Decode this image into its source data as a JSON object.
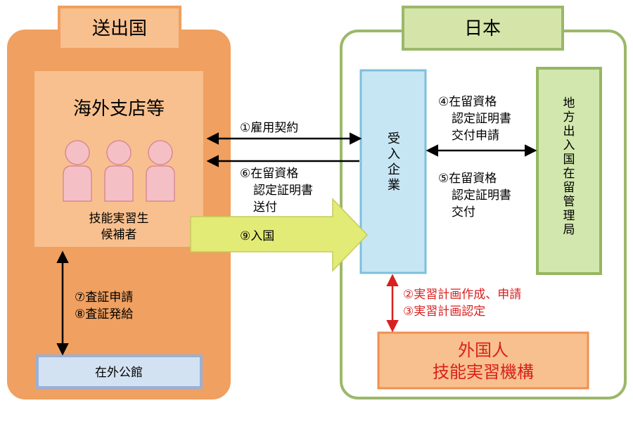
{
  "colors": {
    "sending_border": "#f0a060",
    "sending_tab_fill": "#f8c08e",
    "japan_border": "#9bb86a",
    "japan_tab_fill": "#d5e5aa",
    "branch_fill": "#f8c08e",
    "branch_border": "#f0a060",
    "person_fill": "#f4c0c6",
    "person_stroke": "#d88a94",
    "embassy_fill": "#d3e2f2",
    "embassy_border": "#9ab0d6",
    "company_fill": "#c7e6f4",
    "company_border": "#7cc0dc",
    "immigration_fill": "#d2e7ae",
    "immigration_border": "#96b660",
    "otit_fill": "#f8c08e",
    "otit_border": "#ef9050",
    "entry_arrow_fill": "#e3eb77",
    "entry_arrow_stroke": "#c4cc58",
    "red": "#d82020",
    "black": "#000000"
  },
  "regions": {
    "sending": {
      "label": "送出国"
    },
    "japan": {
      "label": "日本"
    }
  },
  "nodes": {
    "branch": {
      "title": "海外支店等",
      "trainees_line1": "技能実習生",
      "trainees_line2": "候補者"
    },
    "embassy": {
      "label": "在外公館"
    },
    "company": {
      "chars": [
        "受",
        "入",
        "企",
        "業"
      ]
    },
    "immigration": {
      "chars": [
        "地",
        "方",
        "出",
        "入",
        "国",
        "在",
        "留",
        "管",
        "理",
        "局"
      ]
    },
    "otit": {
      "line1": "外国人",
      "line2": "技能実習機構"
    }
  },
  "flows": {
    "contract": "①雇用契約",
    "coe_send": {
      "line1": "⑥在留資格",
      "line2": "認定証明書",
      "line3": "送付"
    },
    "entry": "⑨入国",
    "coe_apply": {
      "line1": "④在留資格",
      "line2": "認定証明書",
      "line3": "交付申請"
    },
    "coe_issue": {
      "line1": "⑤在留資格",
      "line2": "認定証明書",
      "line3": "交付"
    },
    "visa": {
      "line1": "⑦査証申請",
      "line2": "⑧査証発給"
    },
    "plan": {
      "line1": "②実習計画作成、申請",
      "line2": "③実習計画認定"
    }
  }
}
